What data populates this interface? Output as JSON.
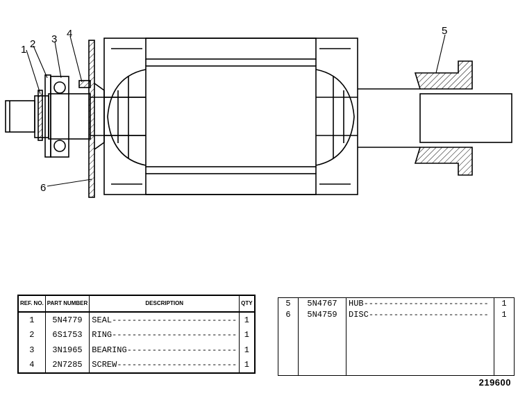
{
  "callouts": [
    "1",
    "2",
    "3",
    "4",
    "5",
    "6"
  ],
  "table_headers": {
    "ref": "REF. NO.",
    "part": "PART NUMBER",
    "desc": "DESCRIPTION",
    "qty": "QTY"
  },
  "parts_left": [
    {
      "ref": "1",
      "part": "5N4779",
      "desc": "SEAL",
      "qty": "1"
    },
    {
      "ref": "2",
      "part": "6S1753",
      "desc": "RING",
      "qty": "1"
    },
    {
      "ref": "3",
      "part": "3N1965",
      "desc": "BEARING",
      "qty": "1"
    },
    {
      "ref": "4",
      "part": "2N7285",
      "desc": "SCREW",
      "qty": "1"
    }
  ],
  "parts_right": [
    {
      "ref": "5",
      "part": "5N4767",
      "desc": "HUB",
      "qty": "1"
    },
    {
      "ref": "6",
      "part": "5N4759",
      "desc": "DISC",
      "qty": "1"
    }
  ],
  "drawing_number": "219600"
}
